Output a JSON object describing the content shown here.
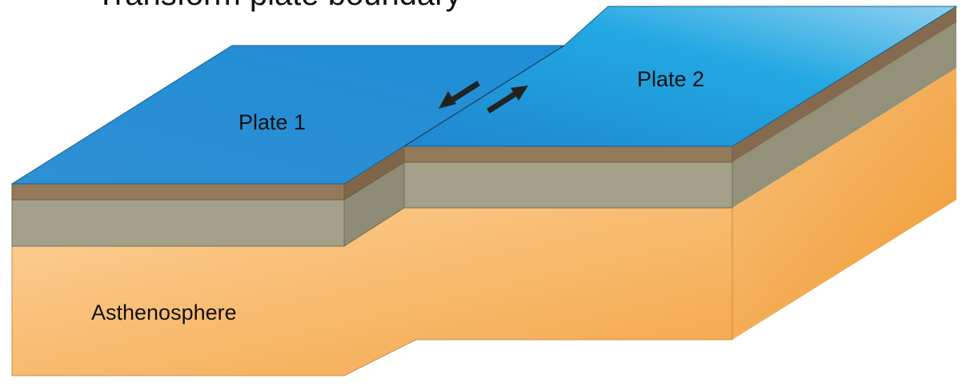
{
  "title": "Transform plate boundary",
  "labels": {
    "plate1": "Plate 1",
    "plate2": "Plate 2",
    "asthenosphere": "Asthenosphere"
  },
  "colors": {
    "ocean": "#2a9ad8",
    "crust": "#8f7658",
    "lithosphere": "#a09e86",
    "asthenosphere": "#f6b871"
  }
}
